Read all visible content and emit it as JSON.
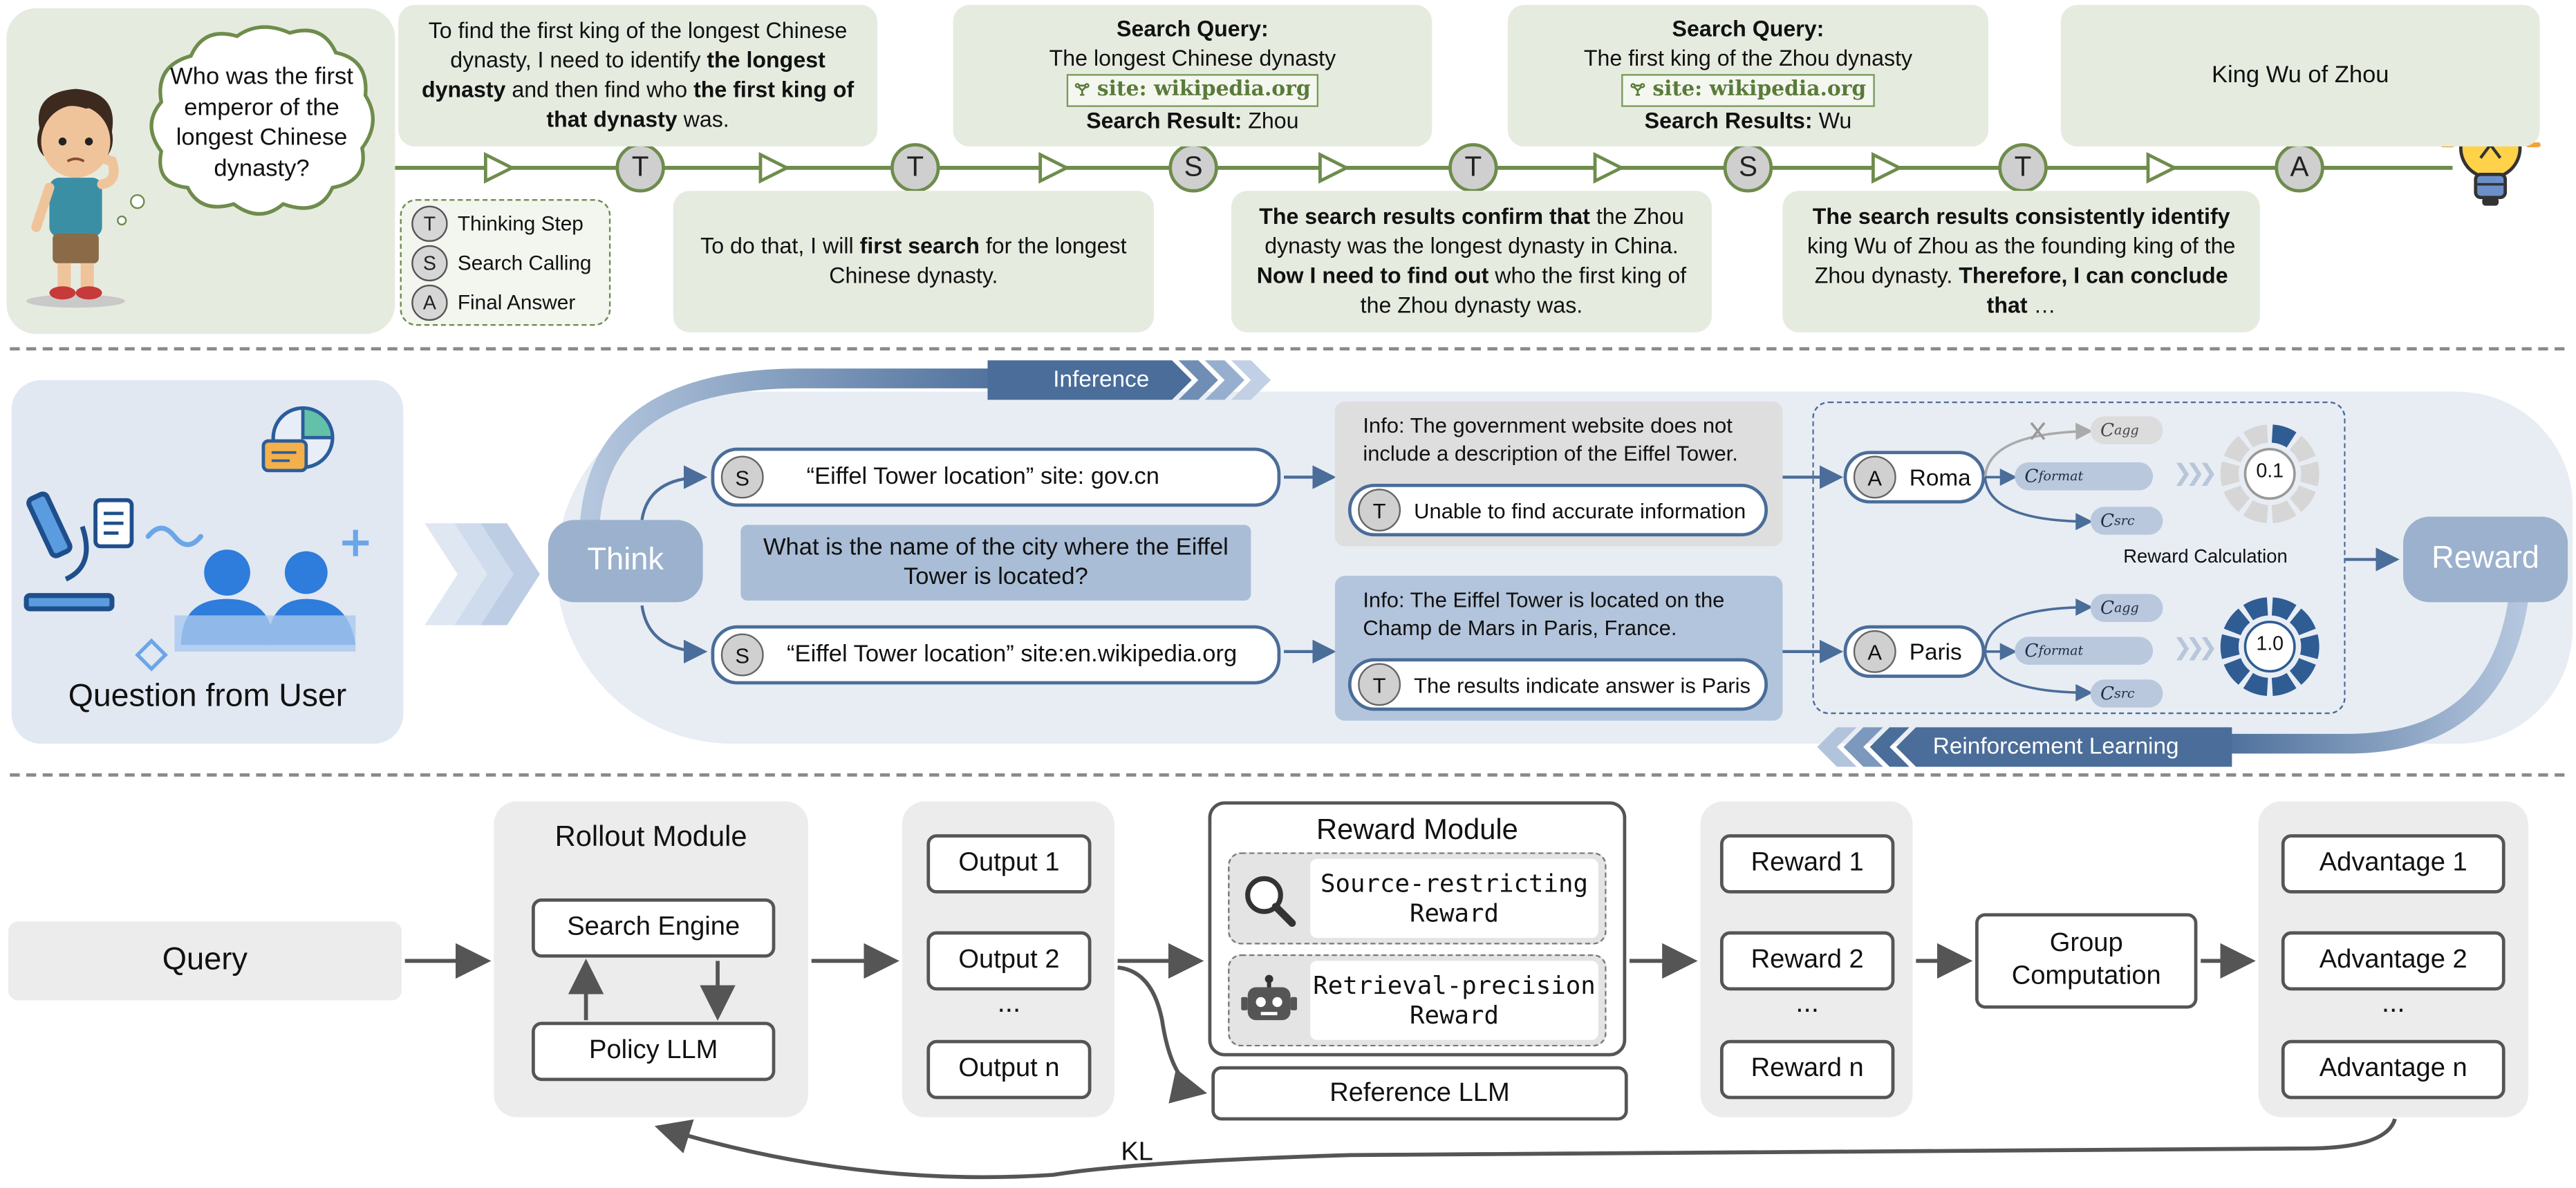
{
  "top": {
    "question": "Who was the first emperor of the longest Chinese dynasty?",
    "legend": [
      {
        "sym": "T",
        "label": "Thinking Step"
      },
      {
        "sym": "S",
        "label": "Search Calling"
      },
      {
        "sym": "A",
        "label": "Final Answer"
      }
    ],
    "thought1": {
      "p1": "To find the first king of the longest Chinese dynasty, I need to identify ",
      "b1": "the longest dynasty",
      "p2": " and then find who ",
      "b2": "the first king of that dynasty",
      "p3": " was."
    },
    "thought2": {
      "p1": "To do that, I will ",
      "b1": "first search",
      "p2": " for the longest Chinese dynasty."
    },
    "search1": {
      "head": "Search Query:",
      "query": "The longest Chinese dynasty",
      "site": "site: wikipedia.org",
      "result_label": "Search Result:",
      "result": " Zhou"
    },
    "thought3": {
      "b1": "The search results confirm that",
      "p1": " the Zhou dynasty was the longest dynasty in China. ",
      "b2": "Now I need to find out",
      "p2": " who the first king of the Zhou dynasty was."
    },
    "search2": {
      "head": "Search Query:",
      "query": "The first king of the Zhou dynasty",
      "site": "site: wikipedia.org",
      "result_label": "Search Results:",
      "result": " Wu"
    },
    "thought4": {
      "b1": "The search results consistently identify",
      "p1": " king Wu of Zhou as the founding king of the Zhou dynasty. ",
      "b2": "Therefore, I can conclude that",
      "p2": " …"
    },
    "answer": "King Wu of Zhou",
    "chain": [
      "T",
      "T",
      "S",
      "T",
      "S",
      "T",
      "A"
    ]
  },
  "middle": {
    "question_label": "Question from User",
    "inference_label": "Inference",
    "rl_label": "Reinforcement Learning",
    "think_label": "Think",
    "reward_label": "Reward",
    "search_top": {
      "sym": "S",
      "text": "“Eiffel Tower location” site: gov.cn"
    },
    "search_bottom": {
      "sym": "S",
      "text": "“Eiffel Tower location” site:en.wikipedia.org"
    },
    "question_text": "What is the name of the city where the Eiffel Tower is located?",
    "info_top": "Info: The government website does not include a description of the Eiffel Tower.",
    "info_bottom": "Info: The Eiffel Tower is located on the Champ de Mars in Paris, France.",
    "think_top": {
      "sym": "T",
      "text": "Unable to find accurate information"
    },
    "think_bottom": {
      "sym": "T",
      "text": "The results indicate answer is Paris"
    },
    "answer_top": {
      "sym": "A",
      "text": "Roma"
    },
    "answer_bottom": {
      "sym": "A",
      "text": "Paris"
    },
    "c_agg": {
      "base": "C",
      "sub": "agg"
    },
    "c_format": {
      "base": "C",
      "sub": "format"
    },
    "c_src": {
      "base": "C",
      "sub": "src"
    },
    "score_top": "0.1",
    "score_bottom": "1.0",
    "reward_calc_label": "Reward Calculation",
    "colors": {
      "accent": "#4a6d99",
      "panel": "#e8edf4",
      "pill": "#b9c8dc"
    }
  },
  "bottom": {
    "query": "Query",
    "rollout_title": "Rollout Module",
    "search_engine": "Search Engine",
    "policy_llm": "Policy LLM",
    "outputs": [
      "Output 1",
      "Output 2",
      "...",
      "Output n"
    ],
    "reward_module_title": "Reward Module",
    "reward_source": "Source-restricting Reward",
    "reward_retrieval": "Retrieval-precision Reward",
    "reference_llm": "Reference LLM",
    "rewards": [
      "Reward 1",
      "Reward 2",
      "...",
      "Reward n"
    ],
    "group_computation": "Group Computation",
    "advantages": [
      "Advantage 1",
      "Advantage 2",
      "...",
      "Advantage n"
    ],
    "kl_label": "KL"
  }
}
